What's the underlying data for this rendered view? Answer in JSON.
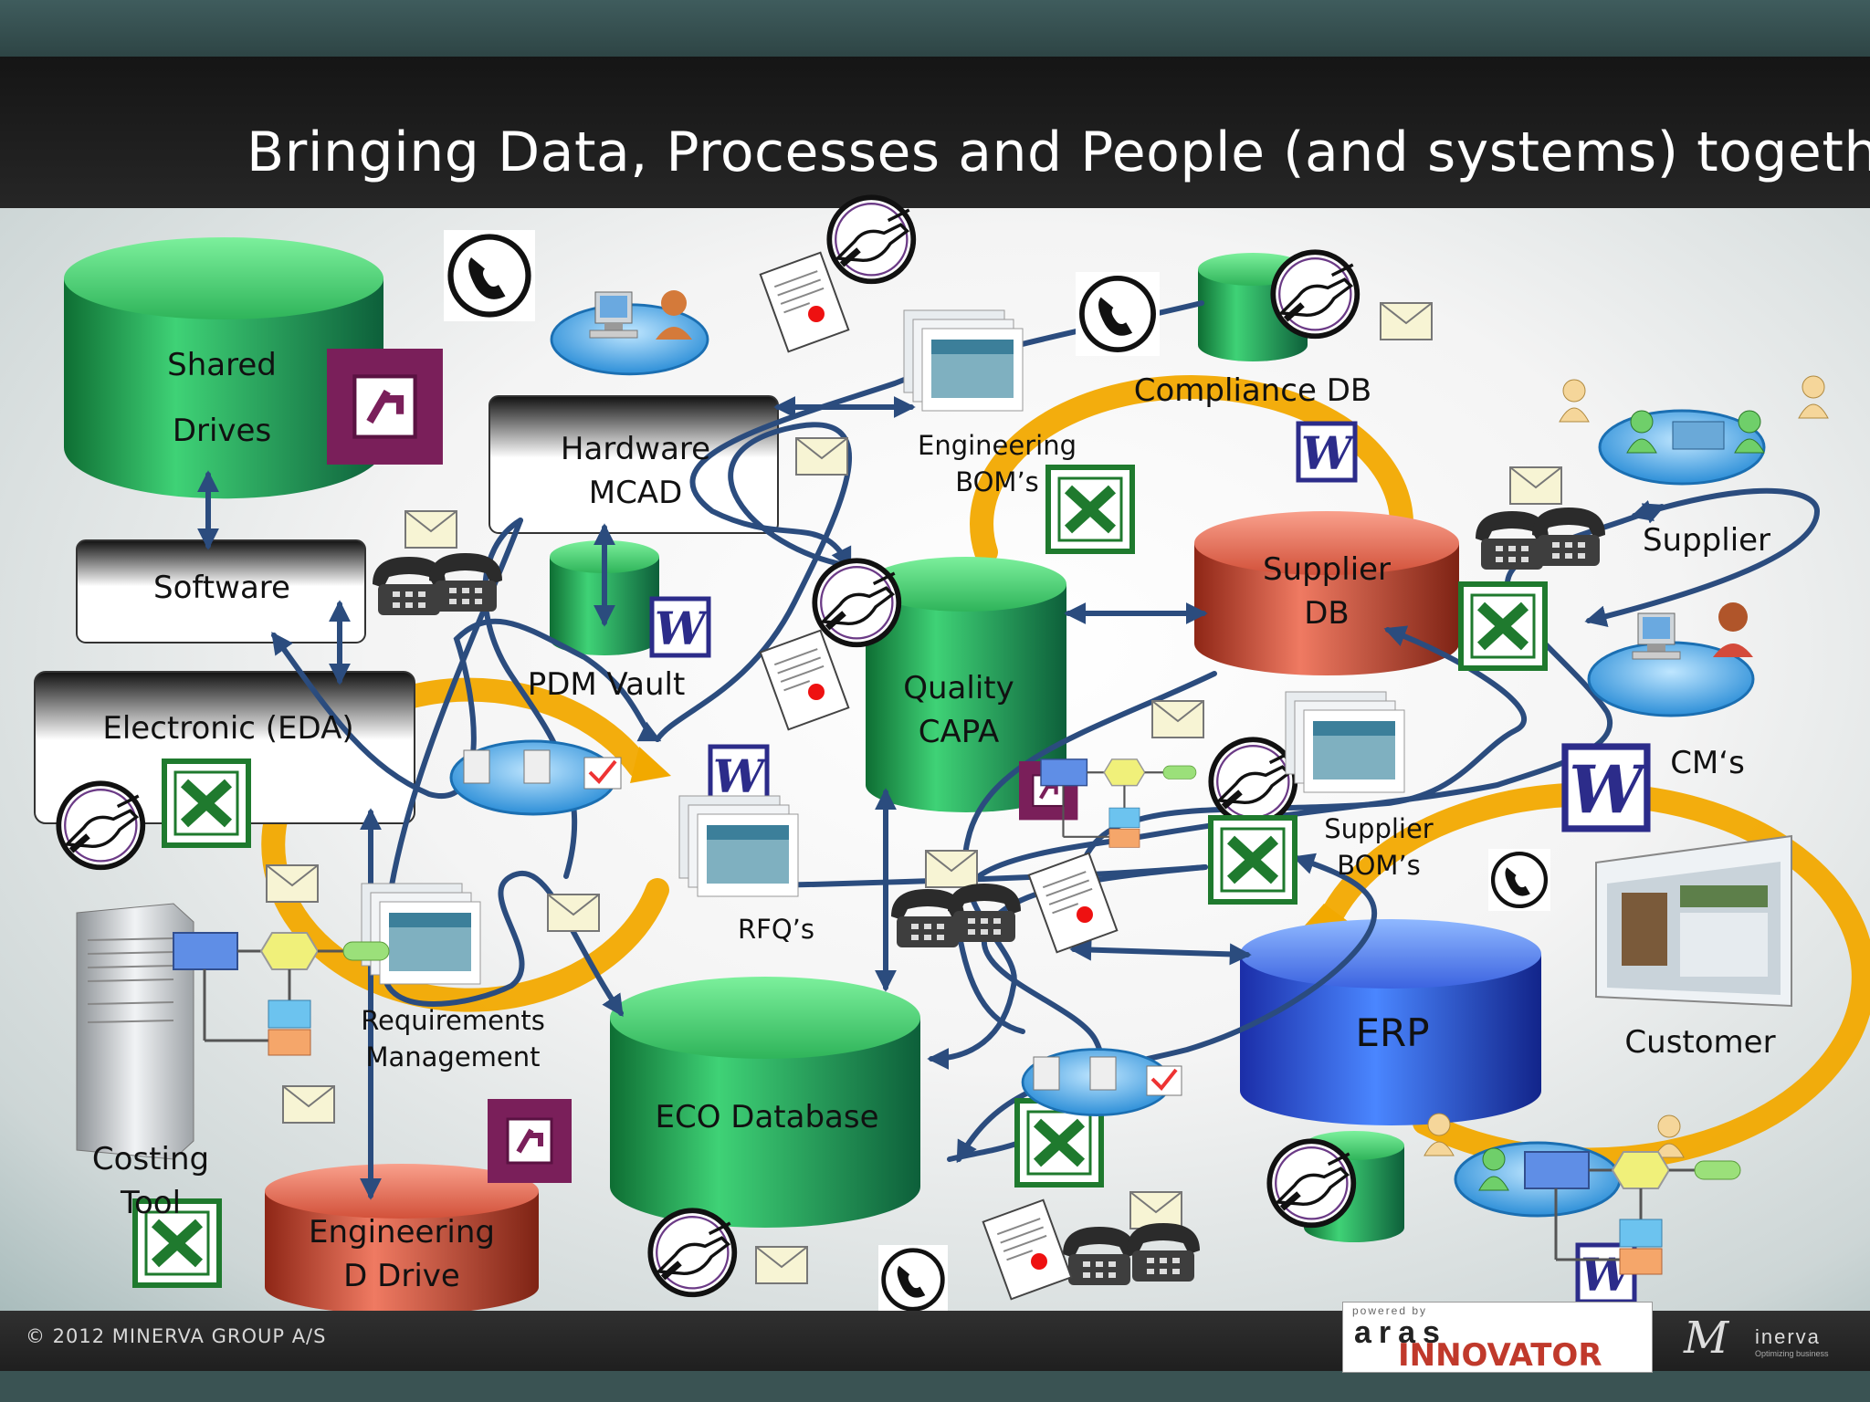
{
  "slide": {
    "title": "Bringing Data, Processes and People (and systems) together",
    "footer_copyright": "© 2012 MINERVA GROUP A/S",
    "logo_aras_powered": "powered by",
    "logo_aras_name": "aras",
    "logo_aras_product": "INNOVATOR",
    "logo_minerva_name": "inerva",
    "logo_minerva_tagline": "Optimizing business"
  },
  "labels": {
    "shared_drives_1": "Shared",
    "shared_drives_2": "Drives",
    "software": "Software",
    "hardware_mcad_1": "Hardware",
    "hardware_mcad_2": "MCAD",
    "electronic_eda": "Electronic (EDA)",
    "pdm_vault": "PDM Vault",
    "engineering_boms_1": "Engineering",
    "engineering_boms_2": "BOM’s",
    "compliance_db": "Compliance DB",
    "supplier_db_1": "Supplier",
    "supplier_db_2": "DB",
    "supplier": "Supplier",
    "quality_capa_1": "Quality",
    "quality_capa_2": "CAPA",
    "cms": "CM‘s",
    "supplier_boms_1": "Supplier",
    "supplier_boms_2": "BOM’s",
    "rfqs": "RFQ’s",
    "requirements_1": "Requirements",
    "requirements_2": "Management",
    "eco_database": "ECO Database",
    "erp": "ERP",
    "customer": "Customer",
    "costing_tool_1": "Costing",
    "costing_tool_2": "Tool",
    "engineering_d_drive_1": "Engineering",
    "engineering_d_drive_2": "D Drive"
  },
  "colors": {
    "arrow": "#2b4c7e",
    "green_db": "#1e9c4a",
    "red_db": "#b8412c",
    "blue_db": "#1d57c4",
    "cycle": "#f2a900",
    "excel": "#1f7a2e",
    "word": "#2c2c8a",
    "access": "#7a1f5a"
  },
  "icons": [
    "phone-icon",
    "fax-icon",
    "envelope-icon",
    "signing-hand-icon",
    "excel-icon",
    "word-icon",
    "access-icon",
    "document-stack-icon",
    "workflow-icon",
    "users-icon",
    "server-icon",
    "browser-screenshot-icon",
    "signed-document-icon"
  ]
}
